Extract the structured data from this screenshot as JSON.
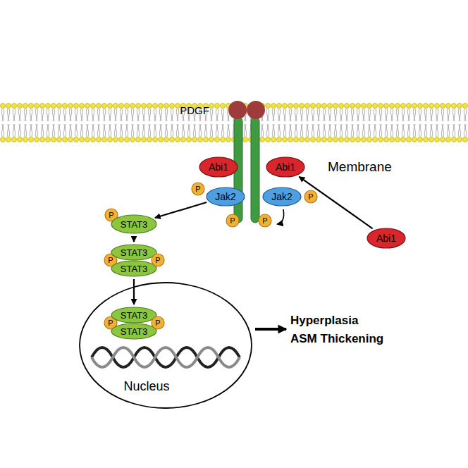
{
  "diagram": {
    "nodes": [
      {
        "text": [
          "Abi1"
        ]
      },
      {
        "text": [
          "Abi1"
        ]
      },
      {
        "text": [
          "P"
        ]
      },
      {
        "text": [
          "Jak2"
        ]
      },
      {
        "text": [
          "Jak2"
        ]
      },
      {
        "text": [
          "P"
        ]
      },
      {
        "text": [
          "P"
        ]
      },
      {
        "text": [
          "P"
        ]
      },
      {
        "text": [
          "P"
        ]
      },
      {
        "text": [
          "STAT3"
        ]
      },
      {
        "text": [
          "Abi1"
        ]
      },
      {
        "text": [
          "P"
        ]
      },
      {
        "text": [
          "STAT3"
        ]
      },
      {
        "text": [
          "STAT3"
        ]
      },
      {
        "text": [
          "P"
        ]
      },
      {
        "text": [
          "Nucleus"
        ]
      },
      {
        "text": [
          "P"
        ],
        "in": 15
      },
      {
        "text": [
          "STAT3"
        ],
        "in": 15
      },
      {
        "text": [
          "STAT3"
        ],
        "in": 15
      },
      {
        "text": [
          "P"
        ],
        "in": 15
      }
    ],
    "edges": [
      {
        "from": 3,
        "to": 9,
        "arrow": "to"
      },
      {
        "from": 9,
        "to": 12,
        "arrow": "to"
      },
      {
        "from": 13,
        "to": 17,
        "arrow": "to"
      },
      {
        "from": 10,
        "to": 1,
        "arrow": "to"
      }
    ],
    "labels": [
      "PDGF",
      "Membrane",
      "Hyperplasia",
      "ASM Thickening"
    ]
  }
}
